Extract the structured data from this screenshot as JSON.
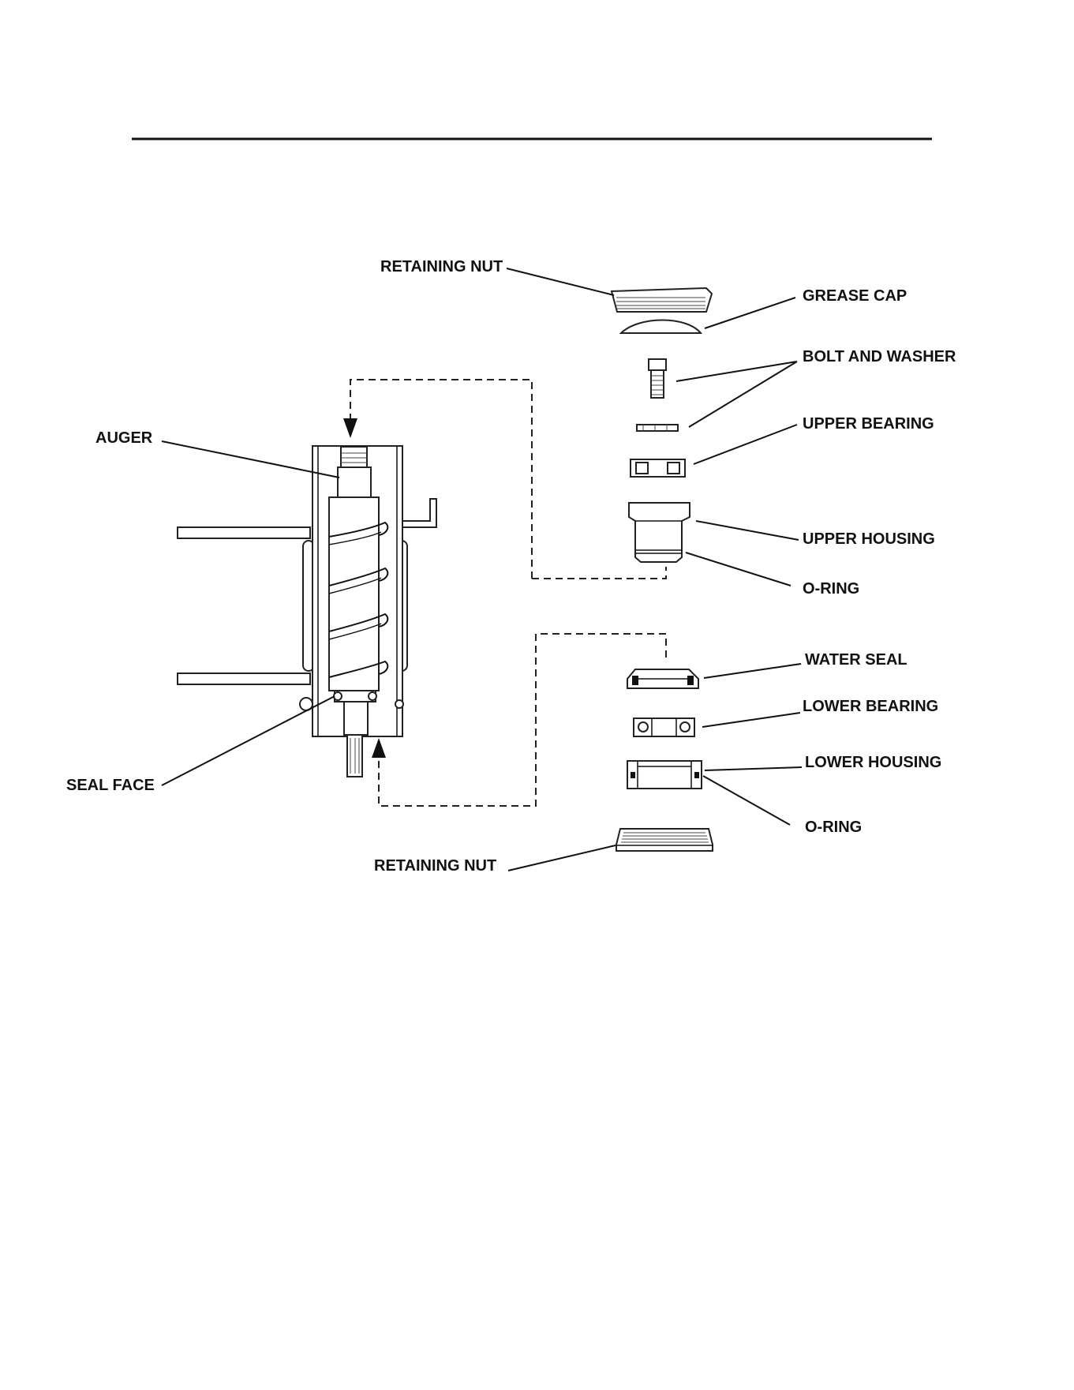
{
  "labels": {
    "retaining_nut_top": "RETAINING NUT",
    "grease_cap": "GREASE CAP",
    "bolt_and_washer": "BOLT AND WASHER",
    "upper_bearing": "UPPER BEARING",
    "upper_housing": "UPPER HOUSING",
    "o_ring_upper": "O-RING",
    "water_seal": "WATER SEAL",
    "lower_bearing": "LOWER BEARING",
    "lower_housing": "LOWER HOUSING",
    "o_ring_lower": "O-RING",
    "retaining_nut_bottom": "RETAINING NUT",
    "auger": "AUGER",
    "seal_face": "SEAL FACE"
  }
}
